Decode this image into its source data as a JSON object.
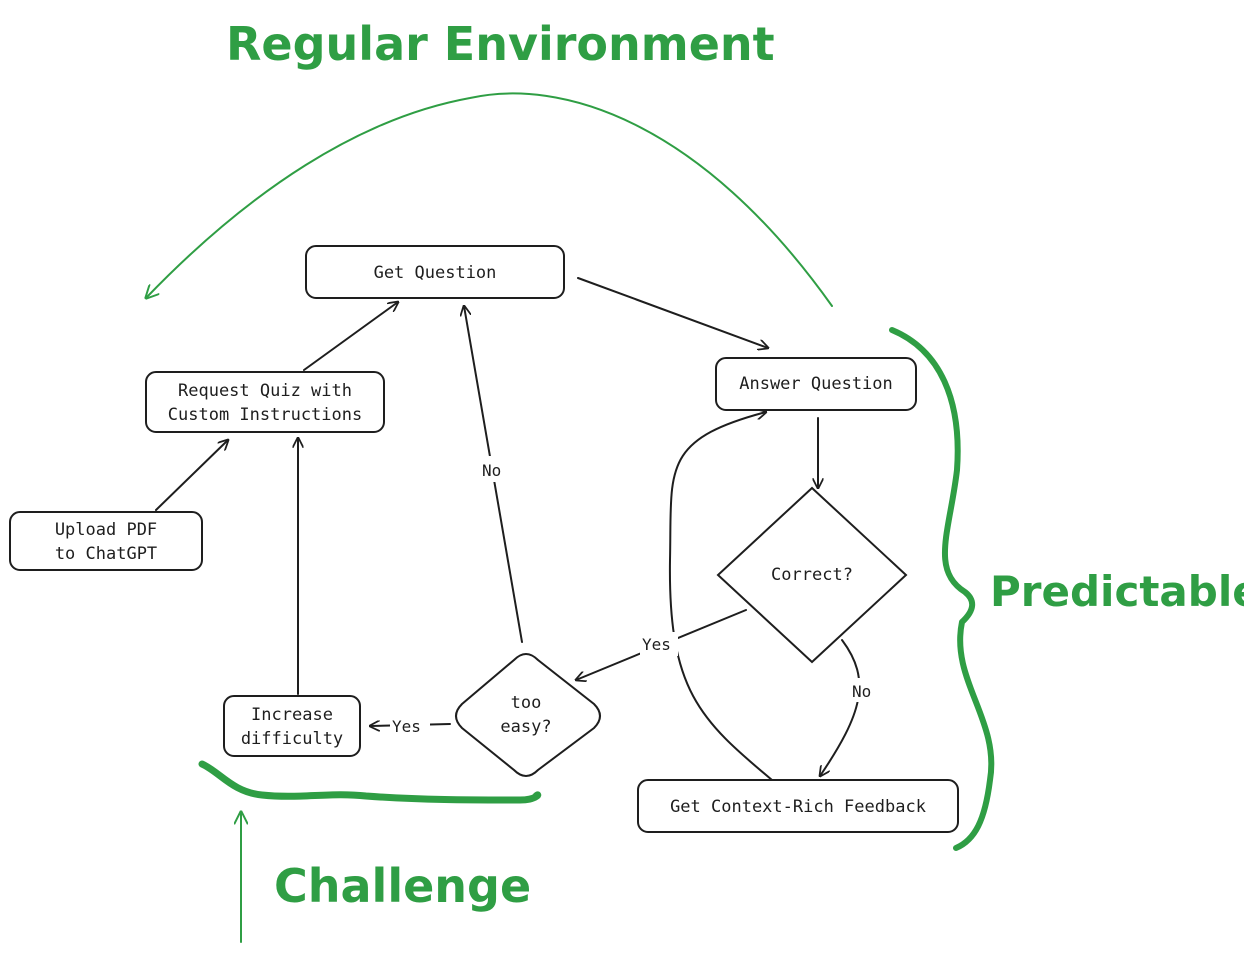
{
  "diagram": {
    "nodes": {
      "get_question": "Get Question",
      "answer_question": "Answer Question",
      "request_quiz_line1": "Request Quiz with",
      "request_quiz_line2": "Custom Instructions",
      "upload_pdf_line1": "Upload PDF",
      "upload_pdf_line2": "to ChatGPT",
      "correct": "Correct?",
      "too_easy_line1": "too",
      "too_easy_line2": "easy?",
      "increase_line1": "Increase",
      "increase_line2": "difficulty",
      "feedback": "Get Context-Rich Feedback"
    },
    "edge_labels": {
      "too_easy_no": "No",
      "correct_yes": "Yes",
      "correct_no": "No",
      "too_easy_yes": "Yes"
    },
    "annotations": {
      "regular_environment": "Regular Environment",
      "predictable": "Predictable",
      "challenge": "Challenge"
    }
  },
  "colors": {
    "ink": "#1e1e1e",
    "annotation_green": "#2f9e44",
    "background": "#ffffff"
  }
}
